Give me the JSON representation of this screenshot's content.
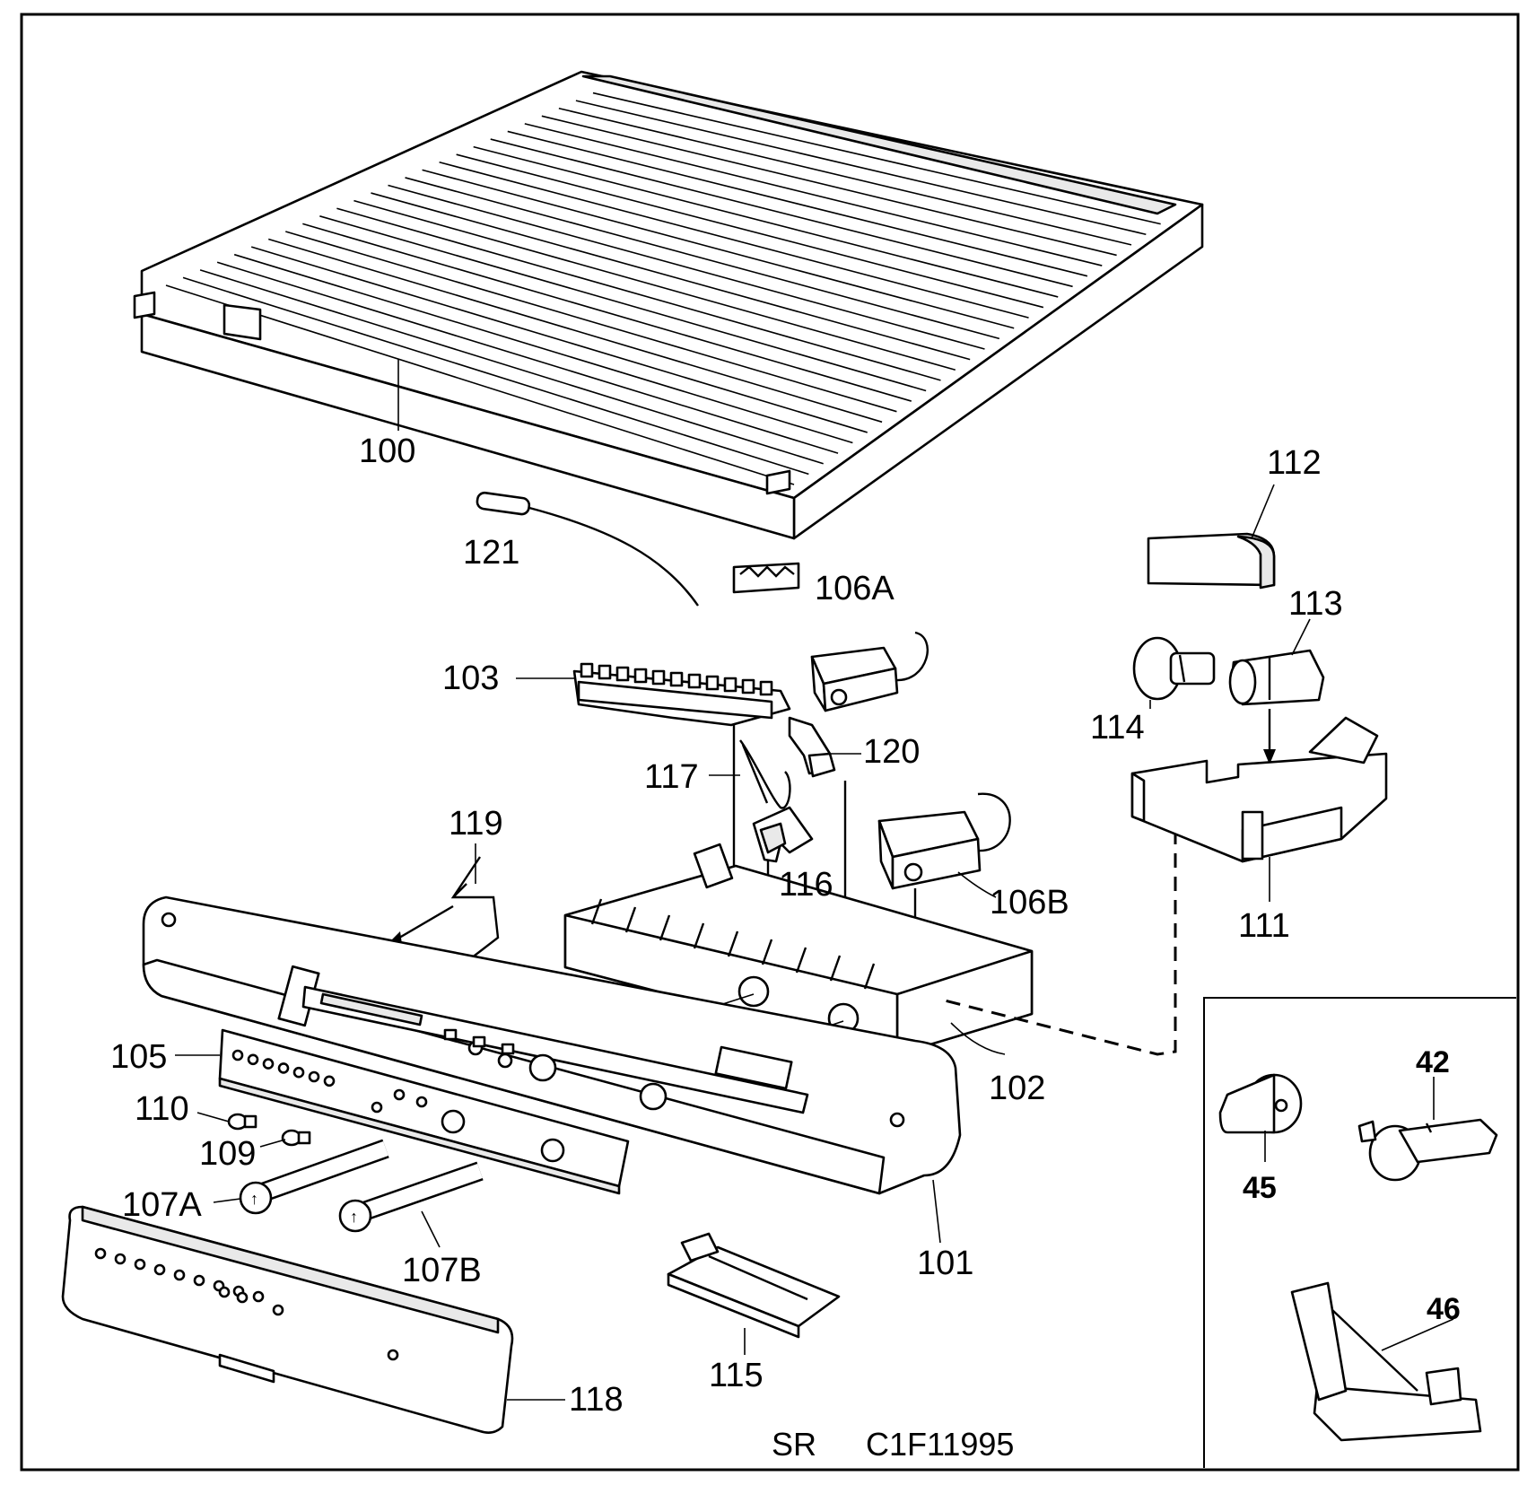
{
  "diagram": {
    "parts": [
      {
        "id": "p100",
        "label": "100"
      },
      {
        "id": "p121",
        "label": "121"
      },
      {
        "id": "p106A",
        "label": "106A"
      },
      {
        "id": "p103",
        "label": "103"
      },
      {
        "id": "p120",
        "label": "120"
      },
      {
        "id": "p117",
        "label": "117"
      },
      {
        "id": "p119",
        "label": "119"
      },
      {
        "id": "p116",
        "label": "116"
      },
      {
        "id": "p106B",
        "label": "106B"
      },
      {
        "id": "p112",
        "label": "112"
      },
      {
        "id": "p113",
        "label": "113"
      },
      {
        "id": "p114",
        "label": "114"
      },
      {
        "id": "p111",
        "label": "111"
      },
      {
        "id": "p102",
        "label": "102"
      },
      {
        "id": "p105",
        "label": "105"
      },
      {
        "id": "p110",
        "label": "110"
      },
      {
        "id": "p109",
        "label": "109"
      },
      {
        "id": "p107A",
        "label": "107A"
      },
      {
        "id": "p107B",
        "label": "107B"
      },
      {
        "id": "p101",
        "label": "101"
      },
      {
        "id": "p115",
        "label": "115"
      },
      {
        "id": "p118",
        "label": "118"
      }
    ],
    "inset_parts": [
      {
        "id": "p42",
        "label": "42"
      },
      {
        "id": "p45",
        "label": "45"
      },
      {
        "id": "p46",
        "label": "46"
      }
    ],
    "footer_prefix": "SR",
    "footer_code": "C1F11995"
  }
}
